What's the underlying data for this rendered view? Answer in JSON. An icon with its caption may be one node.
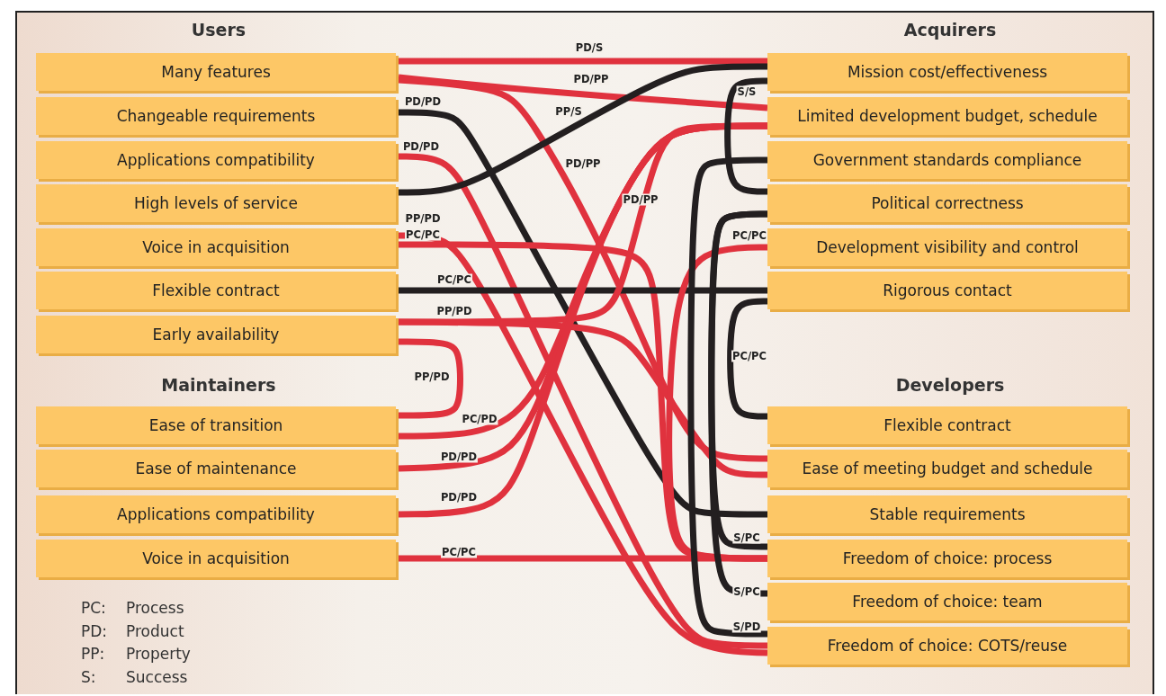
{
  "diagram": {
    "nodes": [
      {
        "text": [
          "Users"
        ]
      },
      {
        "text": [
          "Many features"
        ],
        "in": 0
      },
      {
        "text": [
          "Changeable requirements"
        ],
        "in": 0
      },
      {
        "text": [
          "Applications compatibility"
        ],
        "in": 0
      },
      {
        "text": [
          "High levels of service"
        ],
        "in": 0
      },
      {
        "text": [
          "Voice in acquisition"
        ],
        "in": 0
      },
      {
        "text": [
          "Flexible contract"
        ],
        "in": 0
      },
      {
        "text": [
          "Early availability"
        ],
        "in": 0
      },
      {
        "text": [
          "Maintainers"
        ]
      },
      {
        "text": [
          "Ease of transition"
        ],
        "in": 8
      },
      {
        "text": [
          "Ease of maintenance"
        ],
        "in": 8
      },
      {
        "text": [
          "Applications compatibility"
        ],
        "in": 8
      },
      {
        "text": [
          "Voice in acquisition"
        ],
        "in": 8
      },
      {
        "text": [
          "Acquirers"
        ]
      },
      {
        "text": [
          "Mission cost/effectiveness"
        ],
        "in": 13
      },
      {
        "text": [
          "Limited development budget, schedule"
        ],
        "in": 13
      },
      {
        "text": [
          "Government standards compliance"
        ],
        "in": 13
      },
      {
        "text": [
          "Political correctness"
        ],
        "in": 13
      },
      {
        "text": [
          "Development visibility and control"
        ],
        "in": 13
      },
      {
        "text": [
          "Rigorous contact"
        ],
        "in": 13
      },
      {
        "text": [
          "Developers"
        ]
      },
      {
        "text": [
          "Flexible contract"
        ],
        "in": 20
      },
      {
        "text": [
          "Ease of meeting budget and schedule"
        ],
        "in": 20
      },
      {
        "text": [
          "Stable requirements"
        ],
        "in": 20
      },
      {
        "text": [
          "Freedom of choice: process"
        ],
        "in": 20
      },
      {
        "text": [
          "Freedom of choice: team"
        ],
        "in": 20
      },
      {
        "text": [
          "Freedom of choice: COTS/reuse"
        ],
        "in": 20
      }
    ],
    "edges": [
      {
        "from": 1,
        "to": 14,
        "arrow": "none",
        "label": "PD/S"
      },
      {
        "from": 1,
        "to": 15,
        "arrow": "none",
        "label": "PD/PP"
      },
      {
        "from": 1,
        "to": 22,
        "arrow": "none",
        "label": "PD/PP"
      },
      {
        "from": 2,
        "to": 23,
        "arrow": "none",
        "label": "PD/PD",
        "color": "#231f20"
      },
      {
        "from": 3,
        "to": 26,
        "arrow": "none",
        "label": "PD/PD"
      },
      {
        "from": 4,
        "to": 14,
        "arrow": "none",
        "label": "PP/S",
        "color": "#231f20"
      },
      {
        "from": 5,
        "to": 26,
        "arrow": "none",
        "label": "PP/PD"
      },
      {
        "from": 5,
        "to": 24,
        "arrow": "none",
        "label": "PC/PC"
      },
      {
        "from": 6,
        "to": 19,
        "arrow": "none",
        "label": "PC/PC",
        "color": "#231f20"
      },
      {
        "from": 7,
        "to": 15,
        "arrow": "none",
        "label": "PD/PP"
      },
      {
        "from": 7,
        "to": 22,
        "arrow": "none",
        "label": "PP/PD"
      },
      {
        "from": 7,
        "to": 9,
        "arrow": "none",
        "label": "PP/PD"
      },
      {
        "from": 9,
        "to": 15,
        "arrow": "none",
        "label": "PC/PD"
      },
      {
        "from": 10,
        "to": 15,
        "arrow": "none",
        "label": "PD/PD"
      },
      {
        "from": 11,
        "to": 15,
        "arrow": "none",
        "label": "PD/PD"
      },
      {
        "from": 12,
        "to": 24,
        "arrow": "none",
        "label": "PC/PC"
      },
      {
        "from": 18,
        "to": 24,
        "arrow": "none",
        "label": "PC/PC"
      },
      {
        "from": 14,
        "to": 17,
        "arrow": "none",
        "label": "S/S",
        "color": "#231f20"
      },
      {
        "from": 19,
        "to": 21,
        "arrow": "none",
        "label": "PC/PC",
        "color": "#231f20"
      },
      {
        "from": 17,
        "to": 24,
        "arrow": "none",
        "label": "S/PC",
        "color": "#231f20"
      },
      {
        "from": 17,
        "to": 25,
        "arrow": "none",
        "label": "S/PC",
        "color": "#231f20"
      },
      {
        "from": 16,
        "to": 26,
        "arrow": "none",
        "label": "S/PD",
        "color": "#231f20"
      }
    ],
    "labels": [
      "PC:",
      "Process",
      "PD:",
      "Product",
      "PP:",
      "Property",
      "S:",
      "Success"
    ]
  }
}
